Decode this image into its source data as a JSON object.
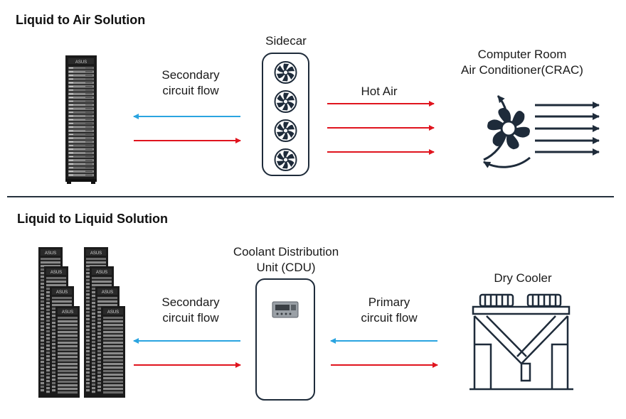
{
  "sections": {
    "air": {
      "title": "Liquid to Air Solution",
      "sidecar_label": "Sidecar",
      "secondary_flow_label": [
        "Secondary",
        "circuit flow"
      ],
      "hot_air_label": "Hot Air",
      "crac_label": [
        "Computer Room",
        "Air Conditioner(CRAC)"
      ]
    },
    "liquid": {
      "title": "Liquid to Liquid Solution",
      "cdu_label": [
        "Coolant Distribution",
        "Unit (CDU)"
      ],
      "secondary_flow_label": [
        "Secondary",
        "circuit flow"
      ],
      "primary_flow_label": [
        "Primary",
        "circuit flow"
      ],
      "dry_cooler_label": "Dry Cooler"
    }
  },
  "rack_brand": "ASUS",
  "colors": {
    "cold_flow": "#2aa4e0",
    "hot_flow": "#e0141e",
    "navy": "#1e2b3a",
    "rack_dark": "#1b1b1b"
  }
}
